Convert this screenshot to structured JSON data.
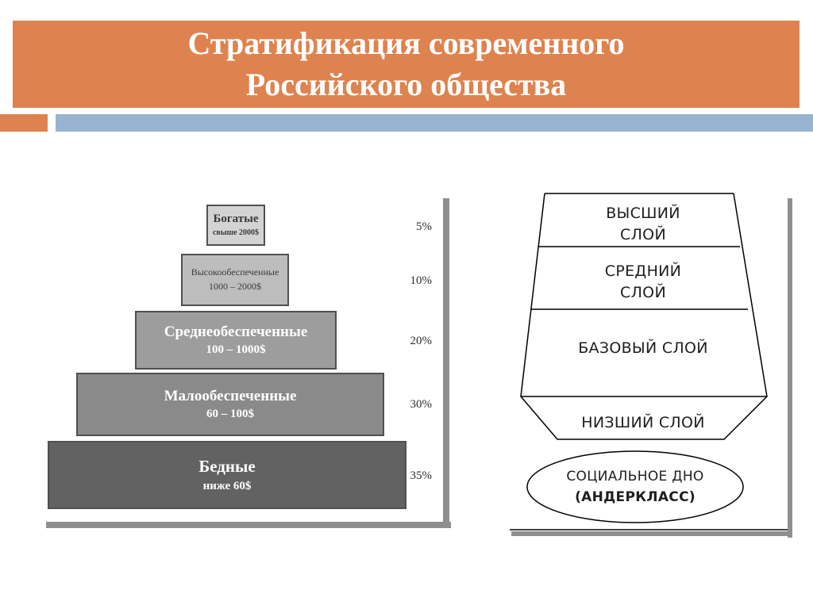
{
  "slide": {
    "title_line1": "Стратификация современного",
    "title_line2": "Российского общества",
    "colors": {
      "title_bg": "#de834f",
      "accent_blue": "#98b3cf",
      "title_text": "#ffffff"
    }
  },
  "income_pyramid": {
    "tiers": [
      {
        "name": "Богатые",
        "range": "свыше 2000$",
        "percent": "5%"
      },
      {
        "name": "Высокообеспеченные",
        "range": "1000 – 2000$",
        "percent": "10%"
      },
      {
        "name": "Среднеобеспеченные",
        "range": "100 – 1000$",
        "percent": "20%"
      },
      {
        "name": "Малообеспеченные",
        "range": "60 – 100$",
        "percent": "30%"
      },
      {
        "name": "Бедные",
        "range": "ниже 60$",
        "percent": "35%"
      }
    ]
  },
  "strata_diagram": {
    "top": [
      "ВЫСШИЙ",
      "СЛОЙ"
    ],
    "middle": [
      "СРЕДНИЙ",
      "СЛОЙ"
    ],
    "base": "БАЗОВЫЙ СЛОЙ",
    "lower": "НИЗШИЙ СЛОЙ",
    "underclass": [
      "СОЦИАЛЬНОЕ ДНО",
      "(АНДЕРКЛАСС)"
    ]
  }
}
